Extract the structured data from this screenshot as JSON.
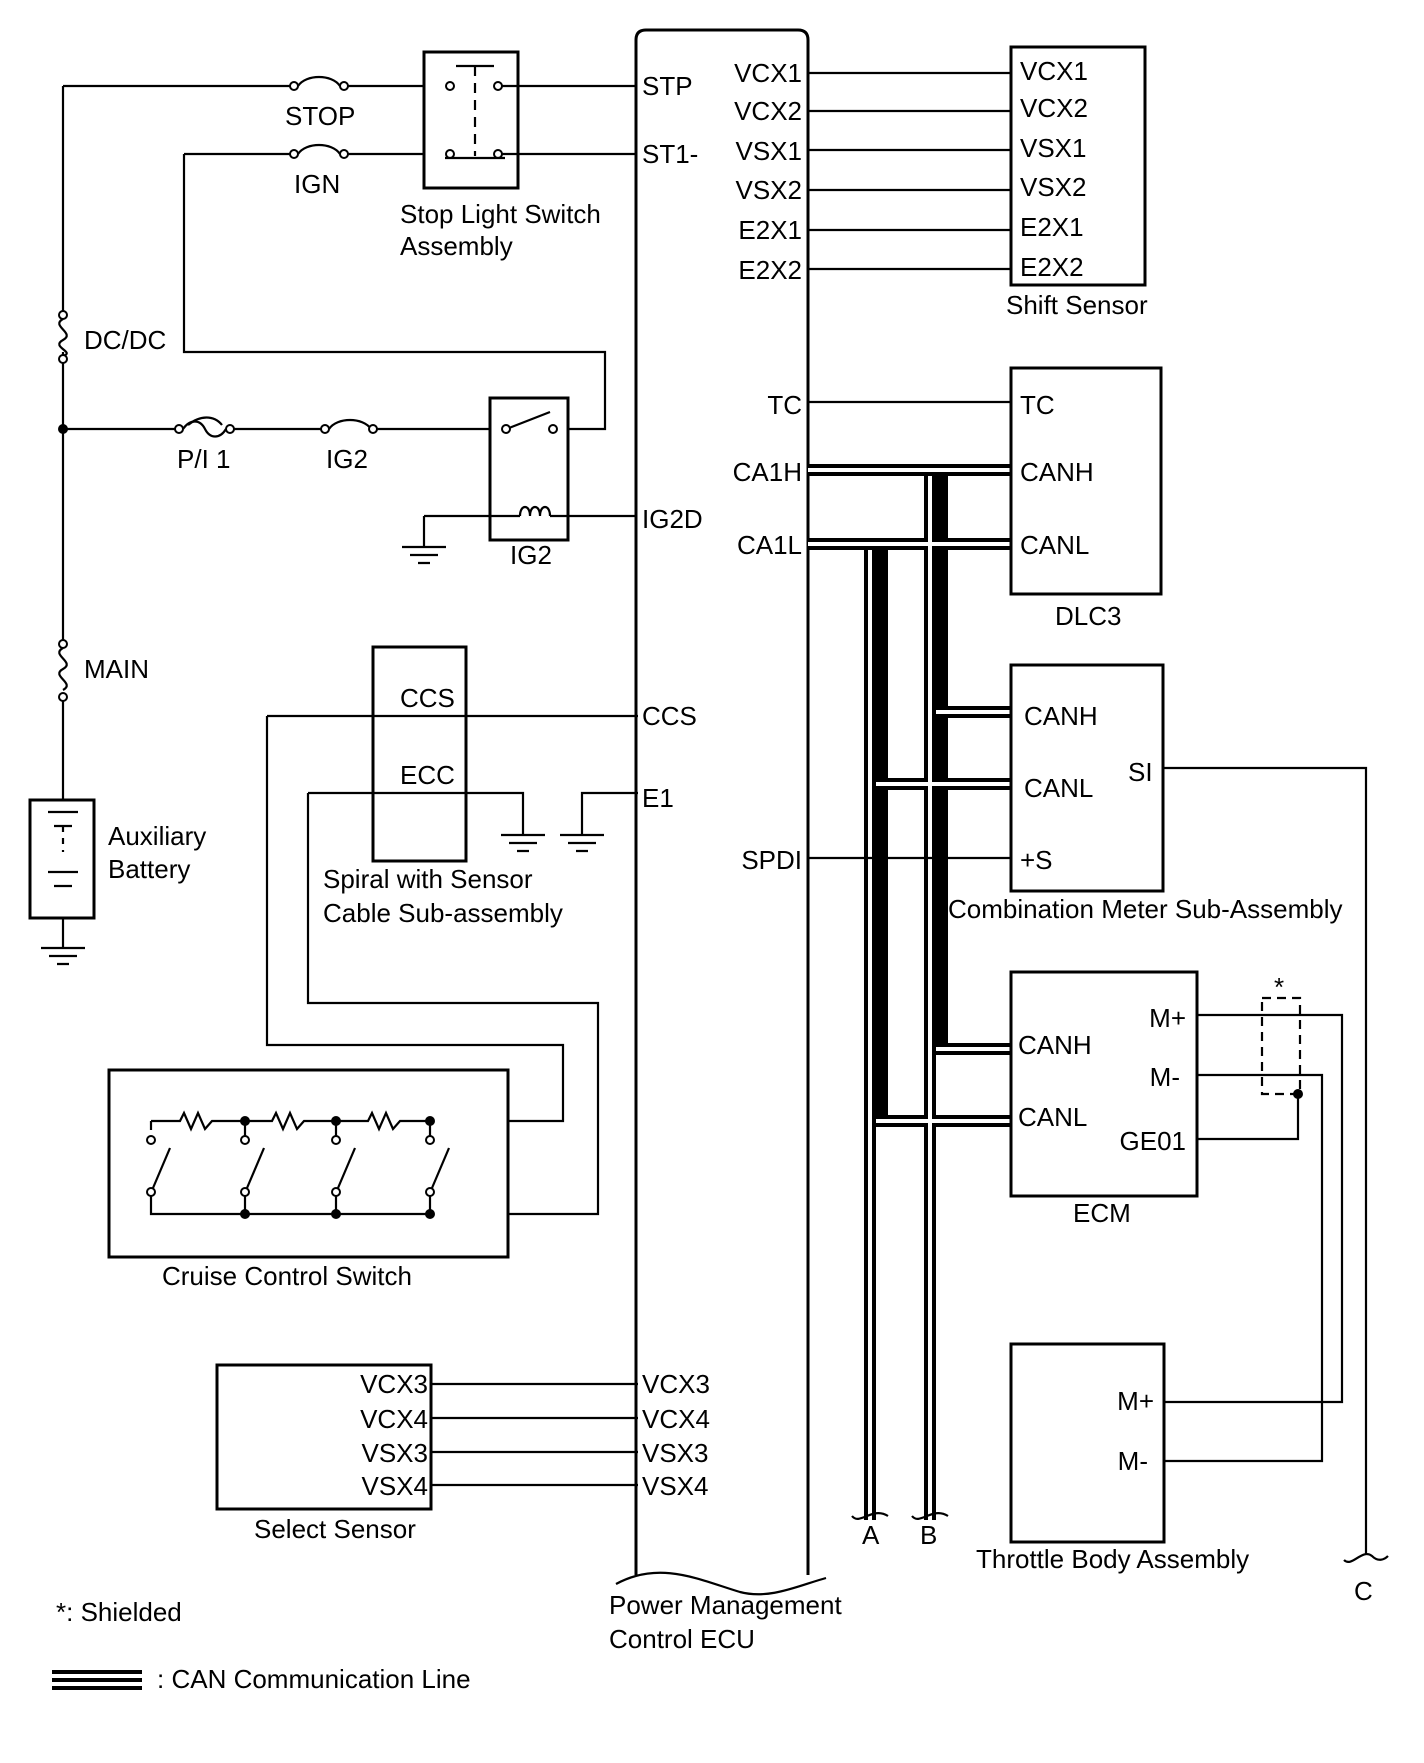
{
  "ecu": {
    "title_line1": "Power Management",
    "title_line2": "Control ECU",
    "pins": {
      "stp": "STP",
      "st1": "ST1-",
      "ig2d": "IG2D",
      "ccs": "CCS",
      "e1": "E1",
      "vcx1": "VCX1",
      "vcx2": "VCX2",
      "vsx1": "VSX1",
      "vsx2": "VSX2",
      "e2x1": "E2X1",
      "e2x2": "E2X2",
      "tc": "TC",
      "ca1h": "CA1H",
      "ca1l": "CA1L",
      "spdi": "SPDI",
      "vcx3": "VCX3",
      "vcx4": "VCX4",
      "vsx3": "VSX3",
      "vsx4": "VSX4"
    }
  },
  "fuses": {
    "stop": "STOP",
    "ign": "IGN",
    "dcdc": "DC/DC",
    "pi1": "P/I 1",
    "ig2": "IG2",
    "main": "MAIN"
  },
  "relay": {
    "label": "IG2"
  },
  "stop_light_switch": {
    "line1": "Stop Light Switch",
    "line2": "Assembly"
  },
  "battery": {
    "line1": "Auxiliary",
    "line2": "Battery"
  },
  "spiral": {
    "line1": "Spiral with Sensor",
    "line2": "Cable Sub-assembly",
    "pins": {
      "ccs": "CCS",
      "ecc": "ECC"
    }
  },
  "cruise_switch": {
    "label": "Cruise Control Switch"
  },
  "select_sensor": {
    "label": "Select Sensor",
    "pins": [
      "VCX3",
      "VCX4",
      "VSX3",
      "VSX4"
    ]
  },
  "shift_sensor": {
    "label": "Shift Sensor",
    "pins": [
      "VCX1",
      "VCX2",
      "VSX1",
      "VSX2",
      "E2X1",
      "E2X2"
    ]
  },
  "dlc3": {
    "label": "DLC3",
    "pins": {
      "tc": "TC",
      "canh": "CANH",
      "canl": "CANL"
    }
  },
  "combination_meter": {
    "label": "Combination Meter Sub-Assembly",
    "pins": {
      "canh": "CANH",
      "canl": "CANL",
      "plus_s": "+S",
      "si": "SI"
    }
  },
  "ecm": {
    "label": "ECM",
    "pins": {
      "canh": "CANH",
      "canl": "CANL",
      "m_plus": "M+",
      "m_minus": "M-",
      "ge01": "GE01"
    }
  },
  "throttle_body": {
    "label": "Throttle Body Assembly",
    "pins": {
      "m_plus": "M+",
      "m_minus": "M-"
    }
  },
  "connectors": {
    "a": "A",
    "b": "B",
    "c": "C"
  },
  "shield_marker": "*",
  "legend": {
    "shielded": "*: Shielded",
    "can_line": ": CAN Communication Line"
  }
}
